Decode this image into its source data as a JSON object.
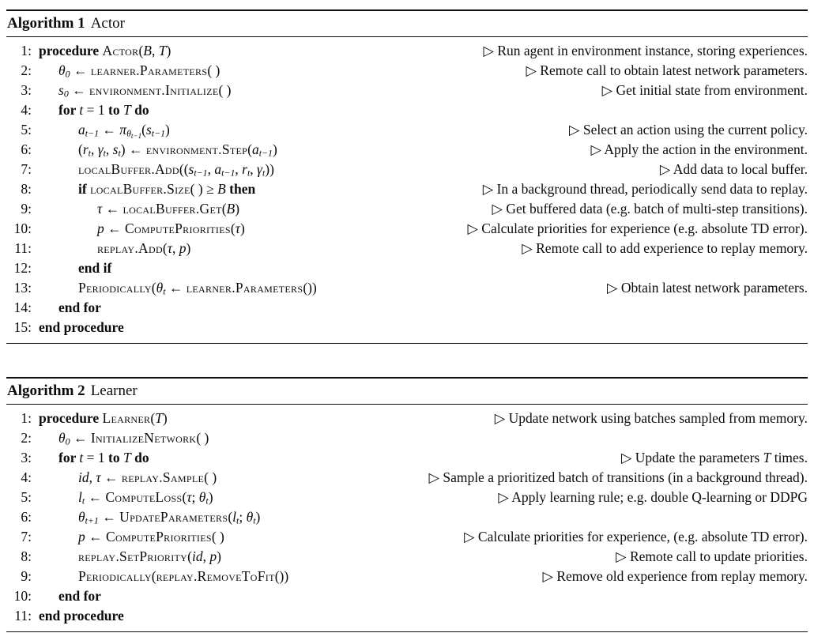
{
  "algorithms": [
    {
      "label": "Algorithm 1",
      "name": "Actor",
      "lines": [
        {
          "num": "1:",
          "indent": 0,
          "code": [
            {
              "t": "kw",
              "s": "procedure "
            },
            {
              "t": "sc",
              "s": "Actor"
            },
            {
              "t": "r",
              "s": "("
            },
            {
              "t": "m",
              "s": "B"
            },
            {
              "t": "r",
              "s": ", "
            },
            {
              "t": "m",
              "s": "T"
            },
            {
              "t": "r",
              "s": ")"
            }
          ],
          "comment": [
            {
              "t": "r",
              "s": "▷ Run agent in environment instance, storing experiences."
            }
          ]
        },
        {
          "num": "2:",
          "indent": 1,
          "code": [
            {
              "t": "m",
              "s": "θ"
            },
            {
              "t": "sub",
              "s": "0"
            },
            {
              "t": "r",
              "s": " ← "
            },
            {
              "t": "sc",
              "s": "learner.Parameters"
            },
            {
              "t": "r",
              "s": "( )"
            }
          ],
          "comment": [
            {
              "t": "r",
              "s": "▷ Remote call to obtain latest network parameters."
            }
          ]
        },
        {
          "num": "3:",
          "indent": 1,
          "code": [
            {
              "t": "m",
              "s": "s"
            },
            {
              "t": "sub",
              "s": "0"
            },
            {
              "t": "r",
              "s": " ← "
            },
            {
              "t": "sc",
              "s": "environment.Initialize"
            },
            {
              "t": "r",
              "s": "( )"
            }
          ],
          "comment": [
            {
              "t": "r",
              "s": "▷ Get initial state from environment."
            }
          ]
        },
        {
          "num": "4:",
          "indent": 1,
          "code": [
            {
              "t": "kw",
              "s": "for "
            },
            {
              "t": "m",
              "s": "t"
            },
            {
              "t": "r",
              "s": " = 1 "
            },
            {
              "t": "kw",
              "s": "to "
            },
            {
              "t": "m",
              "s": "T"
            },
            {
              "t": "r",
              "s": " "
            },
            {
              "t": "kw",
              "s": "do"
            }
          ],
          "comment": null
        },
        {
          "num": "5:",
          "indent": 2,
          "code": [
            {
              "t": "m",
              "s": "a"
            },
            {
              "t": "sub",
              "s": "t−1"
            },
            {
              "t": "r",
              "s": " ← "
            },
            {
              "t": "m",
              "s": "π"
            },
            {
              "t": "sub",
              "s": "θ"
            },
            {
              "t": "sub2",
              "s": "t−1"
            },
            {
              "t": "r",
              "s": "("
            },
            {
              "t": "m",
              "s": "s"
            },
            {
              "t": "sub",
              "s": "t−1"
            },
            {
              "t": "r",
              "s": ")"
            }
          ],
          "comment": [
            {
              "t": "r",
              "s": "▷ Select an action using the current policy."
            }
          ]
        },
        {
          "num": "6:",
          "indent": 2,
          "code": [
            {
              "t": "r",
              "s": "("
            },
            {
              "t": "m",
              "s": "r"
            },
            {
              "t": "sub",
              "s": "t"
            },
            {
              "t": "r",
              "s": ", "
            },
            {
              "t": "m",
              "s": "γ"
            },
            {
              "t": "sub",
              "s": "t"
            },
            {
              "t": "r",
              "s": ", "
            },
            {
              "t": "m",
              "s": "s"
            },
            {
              "t": "sub",
              "s": "t"
            },
            {
              "t": "r",
              "s": ") ← "
            },
            {
              "t": "sc",
              "s": "environment.Step"
            },
            {
              "t": "r",
              "s": "("
            },
            {
              "t": "m",
              "s": "a"
            },
            {
              "t": "sub",
              "s": "t−1"
            },
            {
              "t": "r",
              "s": ")"
            }
          ],
          "comment": [
            {
              "t": "r",
              "s": "▷ Apply the action in the environment."
            }
          ]
        },
        {
          "num": "7:",
          "indent": 2,
          "code": [
            {
              "t": "sc",
              "s": "localBuffer.Add"
            },
            {
              "t": "r",
              "s": "(("
            },
            {
              "t": "m",
              "s": "s"
            },
            {
              "t": "sub",
              "s": "t−1"
            },
            {
              "t": "r",
              "s": ", "
            },
            {
              "t": "m",
              "s": "a"
            },
            {
              "t": "sub",
              "s": "t−1"
            },
            {
              "t": "r",
              "s": ", "
            },
            {
              "t": "m",
              "s": "r"
            },
            {
              "t": "sub",
              "s": "t"
            },
            {
              "t": "r",
              "s": ", "
            },
            {
              "t": "m",
              "s": "γ"
            },
            {
              "t": "sub",
              "s": "t"
            },
            {
              "t": "r",
              "s": "))"
            }
          ],
          "comment": [
            {
              "t": "r",
              "s": "▷ Add data to local buffer."
            }
          ]
        },
        {
          "num": "8:",
          "indent": 2,
          "code": [
            {
              "t": "kw",
              "s": "if "
            },
            {
              "t": "sc",
              "s": "localBuffer.Size"
            },
            {
              "t": "r",
              "s": "( ) ≥ "
            },
            {
              "t": "m",
              "s": "B"
            },
            {
              "t": "r",
              "s": " "
            },
            {
              "t": "kw",
              "s": "then"
            }
          ],
          "comment": [
            {
              "t": "r",
              "s": "▷ In a background thread, periodically send data to replay."
            }
          ]
        },
        {
          "num": "9:",
          "indent": 3,
          "code": [
            {
              "t": "m",
              "s": "τ"
            },
            {
              "t": "r",
              "s": " ← "
            },
            {
              "t": "sc",
              "s": "localBuffer.Get"
            },
            {
              "t": "r",
              "s": "("
            },
            {
              "t": "m",
              "s": "B"
            },
            {
              "t": "r",
              "s": ")"
            }
          ],
          "comment": [
            {
              "t": "r",
              "s": "▷ Get buffered data (e.g. batch of multi-step transitions)."
            }
          ]
        },
        {
          "num": "10:",
          "indent": 3,
          "code": [
            {
              "t": "m",
              "s": "p"
            },
            {
              "t": "r",
              "s": " ← "
            },
            {
              "t": "sc",
              "s": "ComputePriorities"
            },
            {
              "t": "r",
              "s": "("
            },
            {
              "t": "m",
              "s": "τ"
            },
            {
              "t": "r",
              "s": ")"
            }
          ],
          "comment": [
            {
              "t": "r",
              "s": "▷ Calculate priorities for experience (e.g. absolute TD error)."
            }
          ]
        },
        {
          "num": "11:",
          "indent": 3,
          "code": [
            {
              "t": "sc",
              "s": "replay.Add"
            },
            {
              "t": "r",
              "s": "("
            },
            {
              "t": "m",
              "s": "τ"
            },
            {
              "t": "r",
              "s": ", "
            },
            {
              "t": "m",
              "s": "p"
            },
            {
              "t": "r",
              "s": ")"
            }
          ],
          "comment": [
            {
              "t": "r",
              "s": "▷ Remote call to add experience to replay memory."
            }
          ]
        },
        {
          "num": "12:",
          "indent": 2,
          "code": [
            {
              "t": "kw",
              "s": "end if"
            }
          ],
          "comment": null
        },
        {
          "num": "13:",
          "indent": 2,
          "code": [
            {
              "t": "sc",
              "s": "Periodically"
            },
            {
              "t": "r",
              "s": "("
            },
            {
              "t": "m",
              "s": "θ"
            },
            {
              "t": "sub",
              "s": "t"
            },
            {
              "t": "r",
              "s": " ← "
            },
            {
              "t": "sc",
              "s": "learner.Parameters"
            },
            {
              "t": "r",
              "s": "())"
            }
          ],
          "comment": [
            {
              "t": "r",
              "s": "▷ Obtain latest network parameters."
            }
          ]
        },
        {
          "num": "14:",
          "indent": 1,
          "code": [
            {
              "t": "kw",
              "s": "end for"
            }
          ],
          "comment": null
        },
        {
          "num": "15:",
          "indent": 0,
          "code": [
            {
              "t": "kw",
              "s": "end procedure"
            }
          ],
          "comment": null
        }
      ]
    },
    {
      "label": "Algorithm 2",
      "name": "Learner",
      "lines": [
        {
          "num": "1:",
          "indent": 0,
          "code": [
            {
              "t": "kw",
              "s": "procedure "
            },
            {
              "t": "sc",
              "s": "Learner"
            },
            {
              "t": "r",
              "s": "("
            },
            {
              "t": "m",
              "s": "T"
            },
            {
              "t": "r",
              "s": ")"
            }
          ],
          "comment": [
            {
              "t": "r",
              "s": "▷ Update network using batches sampled from memory."
            }
          ]
        },
        {
          "num": "2:",
          "indent": 1,
          "code": [
            {
              "t": "m",
              "s": "θ"
            },
            {
              "t": "sub",
              "s": "0"
            },
            {
              "t": "r",
              "s": " ← "
            },
            {
              "t": "sc",
              "s": "InitializeNetwork"
            },
            {
              "t": "r",
              "s": "( )"
            }
          ],
          "comment": null
        },
        {
          "num": "3:",
          "indent": 1,
          "code": [
            {
              "t": "kw",
              "s": "for "
            },
            {
              "t": "m",
              "s": "t"
            },
            {
              "t": "r",
              "s": " = 1 "
            },
            {
              "t": "kw",
              "s": "to "
            },
            {
              "t": "m",
              "s": "T"
            },
            {
              "t": "r",
              "s": " "
            },
            {
              "t": "kw",
              "s": "do"
            }
          ],
          "comment": [
            {
              "t": "r",
              "s": "▷ Update the parameters "
            },
            {
              "t": "m",
              "s": "T"
            },
            {
              "t": "r",
              "s": " times."
            }
          ]
        },
        {
          "num": "4:",
          "indent": 2,
          "code": [
            {
              "t": "m",
              "s": "id"
            },
            {
              "t": "r",
              "s": ", "
            },
            {
              "t": "m",
              "s": "τ"
            },
            {
              "t": "r",
              "s": " ← "
            },
            {
              "t": "sc",
              "s": "replay.Sample"
            },
            {
              "t": "r",
              "s": "( )"
            }
          ],
          "comment": [
            {
              "t": "r",
              "s": "▷ Sample a prioritized batch of transitions (in a background thread)."
            }
          ]
        },
        {
          "num": "5:",
          "indent": 2,
          "code": [
            {
              "t": "m",
              "s": "l"
            },
            {
              "t": "sub",
              "s": "t"
            },
            {
              "t": "r",
              "s": " ← "
            },
            {
              "t": "sc",
              "s": "ComputeLoss"
            },
            {
              "t": "r",
              "s": "("
            },
            {
              "t": "m",
              "s": "τ"
            },
            {
              "t": "r",
              "s": "; "
            },
            {
              "t": "m",
              "s": "θ"
            },
            {
              "t": "sub",
              "s": "t"
            },
            {
              "t": "r",
              "s": ")"
            }
          ],
          "comment": [
            {
              "t": "r",
              "s": "▷ Apply learning rule; e.g. double Q-learning or DDPG"
            }
          ]
        },
        {
          "num": "6:",
          "indent": 2,
          "code": [
            {
              "t": "m",
              "s": "θ"
            },
            {
              "t": "sub",
              "s": "t+1"
            },
            {
              "t": "r",
              "s": " ← "
            },
            {
              "t": "sc",
              "s": "UpdateParameters"
            },
            {
              "t": "r",
              "s": "("
            },
            {
              "t": "m",
              "s": "l"
            },
            {
              "t": "sub",
              "s": "t"
            },
            {
              "t": "r",
              "s": "; "
            },
            {
              "t": "m",
              "s": "θ"
            },
            {
              "t": "sub",
              "s": "t"
            },
            {
              "t": "r",
              "s": ")"
            }
          ],
          "comment": null
        },
        {
          "num": "7:",
          "indent": 2,
          "code": [
            {
              "t": "m",
              "s": "p"
            },
            {
              "t": "r",
              "s": " ← "
            },
            {
              "t": "sc",
              "s": "ComputePriorities"
            },
            {
              "t": "r",
              "s": "( )"
            }
          ],
          "comment": [
            {
              "t": "r",
              "s": "▷ Calculate priorities for experience, (e.g. absolute TD error)."
            }
          ]
        },
        {
          "num": "8:",
          "indent": 2,
          "code": [
            {
              "t": "sc",
              "s": "replay.SetPriority"
            },
            {
              "t": "r",
              "s": "("
            },
            {
              "t": "m",
              "s": "id"
            },
            {
              "t": "r",
              "s": ", "
            },
            {
              "t": "m",
              "s": "p"
            },
            {
              "t": "r",
              "s": ")"
            }
          ],
          "comment": [
            {
              "t": "r",
              "s": "▷ Remote call to update priorities."
            }
          ]
        },
        {
          "num": "9:",
          "indent": 2,
          "code": [
            {
              "t": "sc",
              "s": "Periodically"
            },
            {
              "t": "r",
              "s": "("
            },
            {
              "t": "sc",
              "s": "replay.RemoveToFit"
            },
            {
              "t": "r",
              "s": "())"
            }
          ],
          "comment": [
            {
              "t": "r",
              "s": "▷ Remove old experience from replay memory."
            }
          ]
        },
        {
          "num": "10:",
          "indent": 1,
          "code": [
            {
              "t": "kw",
              "s": "end for"
            }
          ],
          "comment": null
        },
        {
          "num": "11:",
          "indent": 0,
          "code": [
            {
              "t": "kw",
              "s": "end procedure"
            }
          ],
          "comment": null
        }
      ]
    }
  ]
}
